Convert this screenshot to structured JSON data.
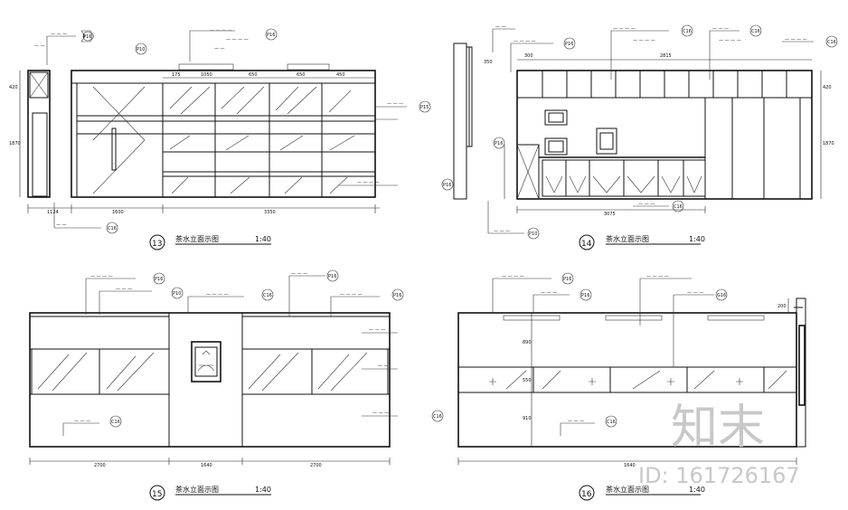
{
  "drawings": [
    {
      "number": "13",
      "title": "茶水立面示图",
      "scale": "1:40"
    },
    {
      "number": "14",
      "title": "茶水立面示图",
      "scale": "1:40"
    },
    {
      "number": "15",
      "title": "茶水立面示图",
      "scale": "1:40"
    },
    {
      "number": "16",
      "title": "茶水立面示图",
      "scale": "1:40"
    }
  ],
  "watermark": {
    "brand": "知末",
    "id": "ID: 161726167"
  },
  "dims": {
    "d13_top": [
      "175",
      "1050",
      "650",
      "650",
      "450"
    ],
    "d13_bottom": [
      "1124",
      "1600",
      "3350"
    ],
    "d13_left": [
      "420",
      "1870"
    ],
    "d14_top": [
      "300",
      "2815",
      "350"
    ],
    "d14_bottom": [
      "3075"
    ],
    "d14_right": [
      "420",
      "1870"
    ],
    "d15_bottom": [
      "2700",
      "1640",
      "2700"
    ],
    "d16_bottom": [
      "1640"
    ],
    "d16_left": [
      "890",
      "550",
      "910"
    ]
  },
  "tags": {
    "t13": [
      "P16",
      "P10",
      "P16",
      "P15",
      "C16"
    ],
    "t14": [
      "P16",
      "C16",
      "C16",
      "C16",
      "P16",
      "P16",
      "C16",
      "P10"
    ],
    "t15": [
      "P16",
      "P10",
      "C16",
      "P16",
      "P16",
      "C16",
      "C16"
    ],
    "t16": [
      "P16",
      "P16",
      "G16",
      "C16"
    ]
  }
}
